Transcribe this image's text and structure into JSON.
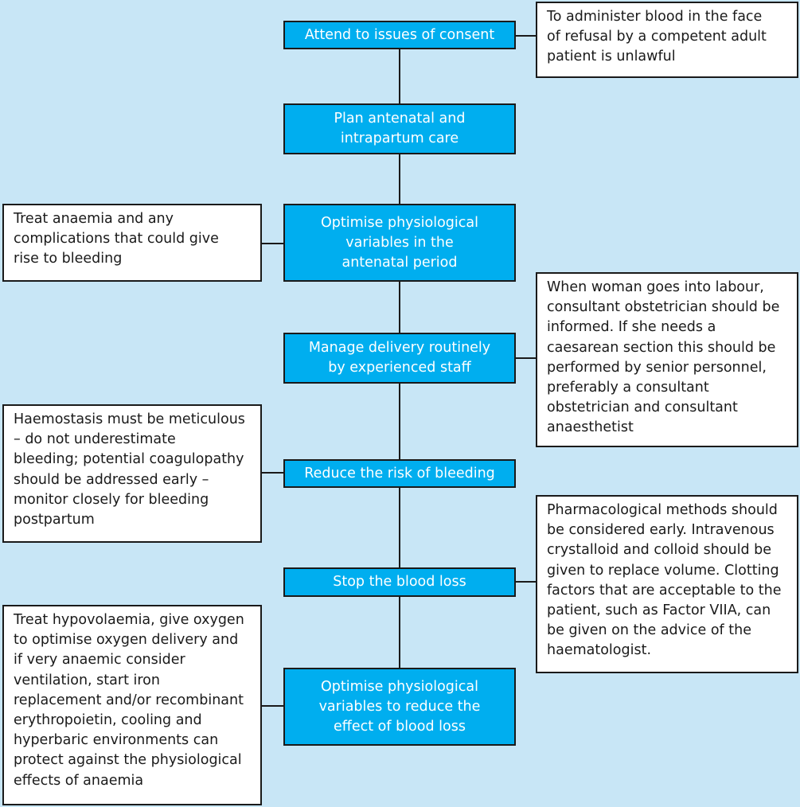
{
  "steps": [
    {
      "label": "Attend to issues of consent"
    },
    {
      "label": "Plan antenatal and\nintrapartum care"
    },
    {
      "label": "Optimise physiological\nvariables in the\nantenatal period"
    },
    {
      "label": "Manage delivery routinely\nby experienced staff"
    },
    {
      "label": "Reduce the risk of bleeding"
    },
    {
      "label": "Stop the blood loss"
    },
    {
      "label": "Optimise physiological\nvariables to reduce the\neffect of blood loss"
    }
  ],
  "notes": [
    {
      "text": "To administer blood in the face\nof refusal by a competent adult\npatient is unlawful"
    },
    {
      "text": "Treat anaemia and any\ncomplications that could give\nrise to bleeding"
    },
    {
      "text": "When woman goes into labour,\nconsultant obstetrician should be\ninformed. If she needs a\ncaesarean section this should be\nperformed by senior personnel,\npreferably a consultant\nobstetrician and consultant\nanaesthetist"
    },
    {
      "text": "Haemostasis must be meticulous\n– do not underestimate\nbleeding; potential coagulopathy\nshould be addressed early –\nmonitor closely for bleeding\npostpartum"
    },
    {
      "text": "Pharmacological methods should\nbe considered early. Intravenous\ncrystalloid and colloid should be\ngiven to replace volume. Clotting\nfactors that are acceptable to the\npatient, such as Factor VIIA, can\nbe given on the advice of the\nhaematologist."
    },
    {
      "text": "Treat hypovolaemia, give oxygen\nto optimise oxygen delivery and\nif very anaemic consider\nventilation, start iron\nreplacement and/or recombinant\nerythropoietin, cooling and\nhyperbaric environments can\nprotect against the physiological\neffects of anaemia"
    }
  ],
  "colors": {
    "background": "#c8e6f6",
    "step_fill": "#00aeef",
    "step_text": "#ffffff",
    "note_fill": "#ffffff",
    "border": "#1a1a1a"
  }
}
